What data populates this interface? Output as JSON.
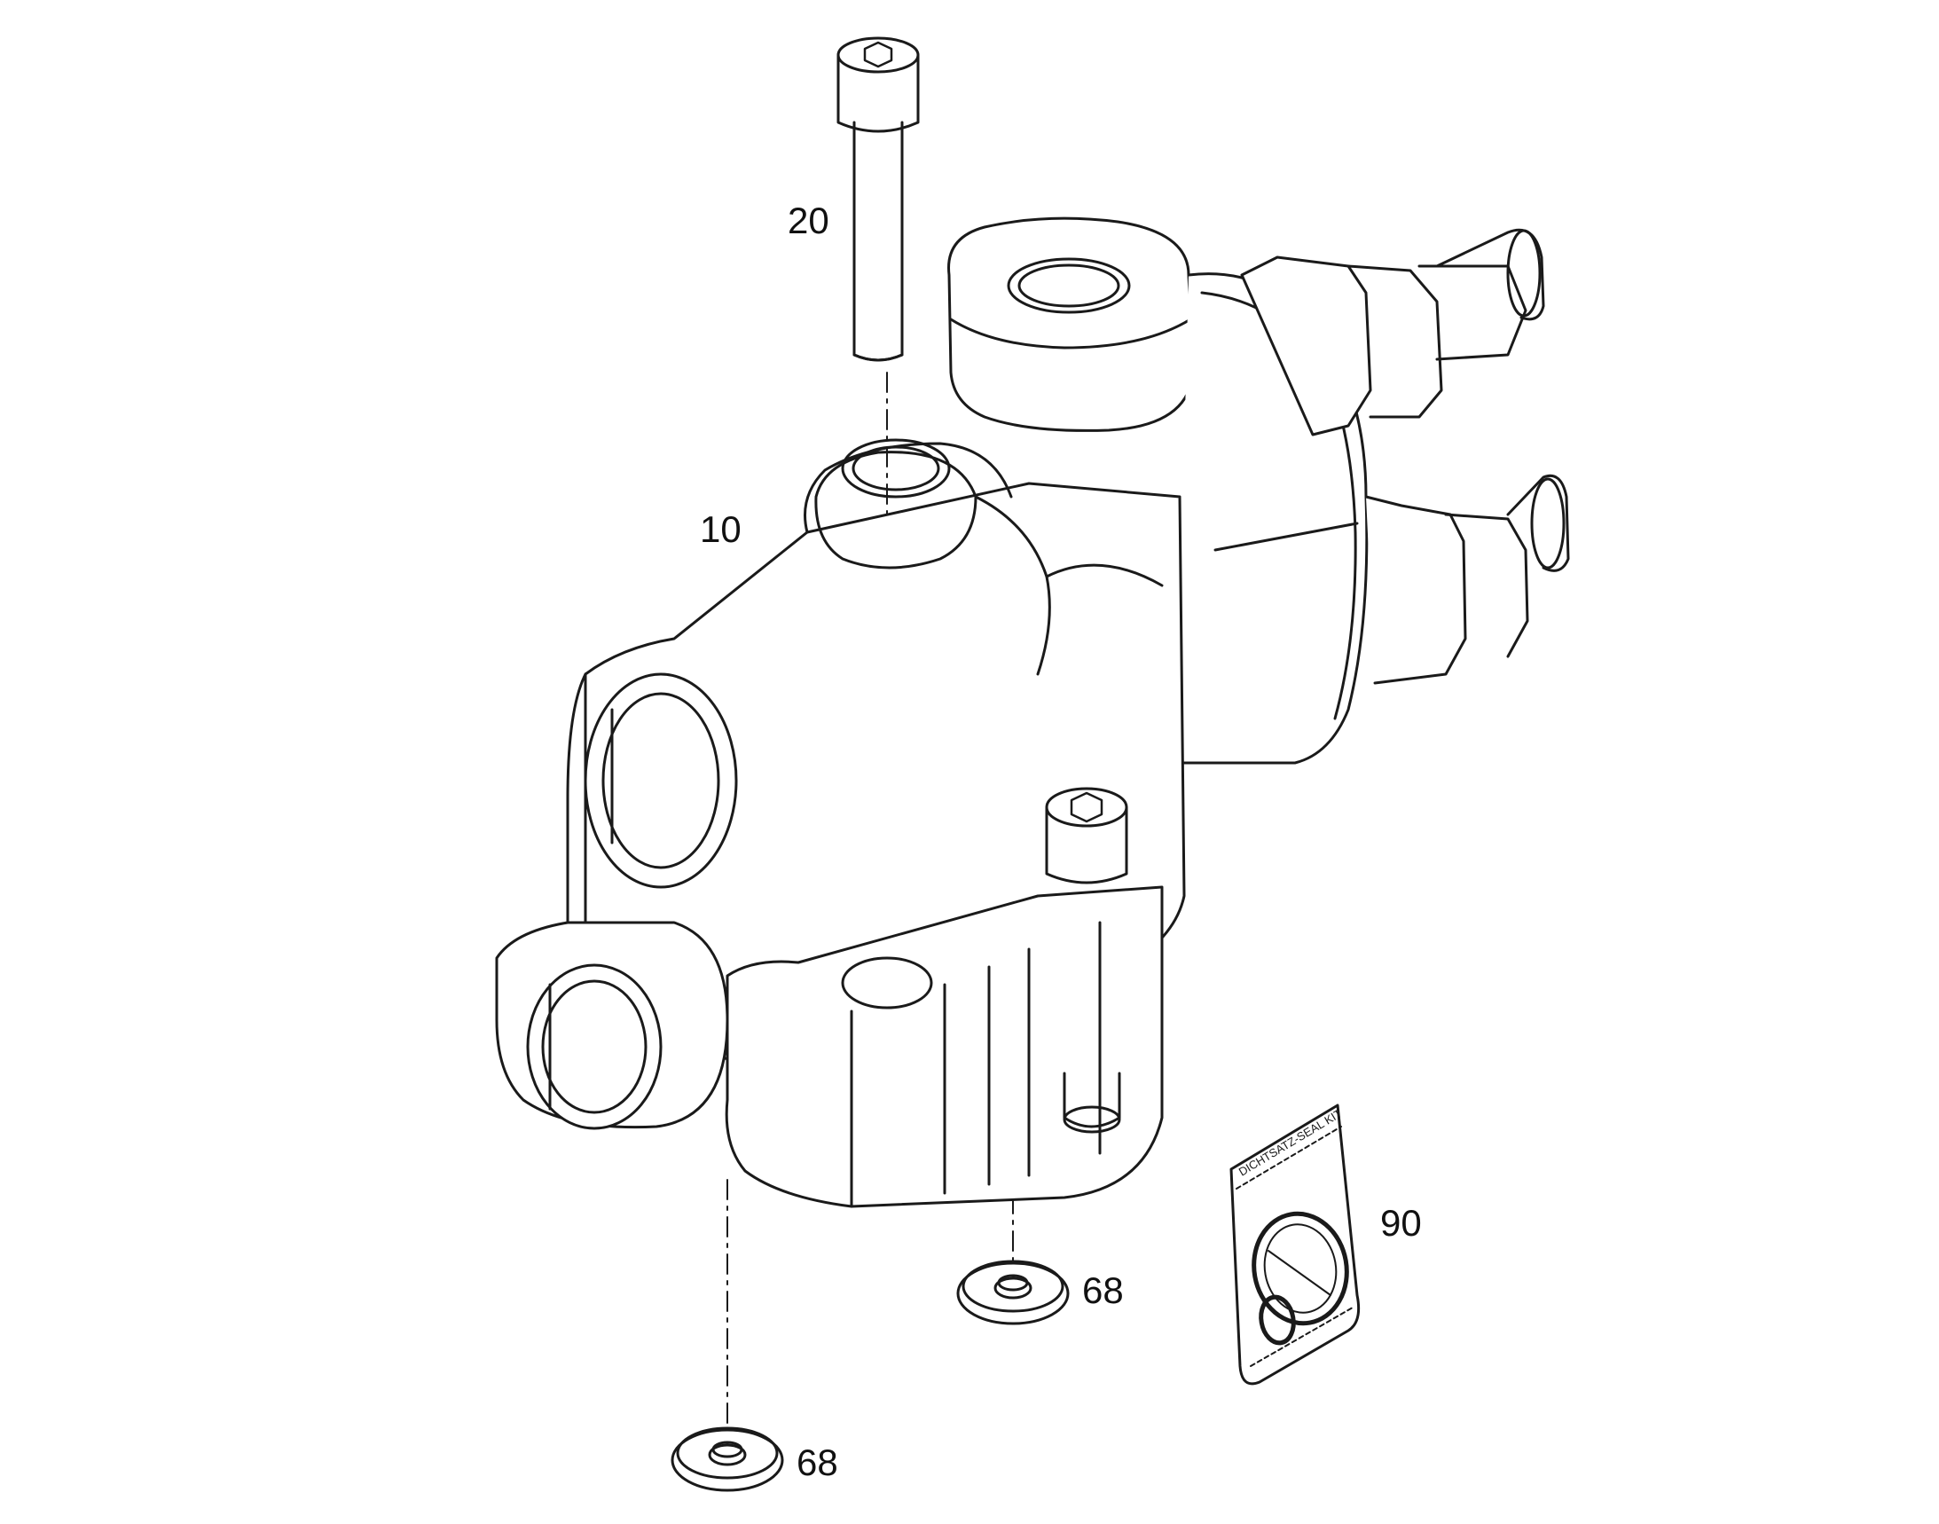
{
  "callouts": {
    "bolt": "20",
    "valve_body": "10",
    "seal_kit": "90",
    "washer_right": "68",
    "washer_left": "68"
  },
  "seal_kit_label": "DICHTSATZ-SEAL KIT",
  "colors": {
    "line": "#1a1a1a",
    "background": "#ffffff"
  }
}
